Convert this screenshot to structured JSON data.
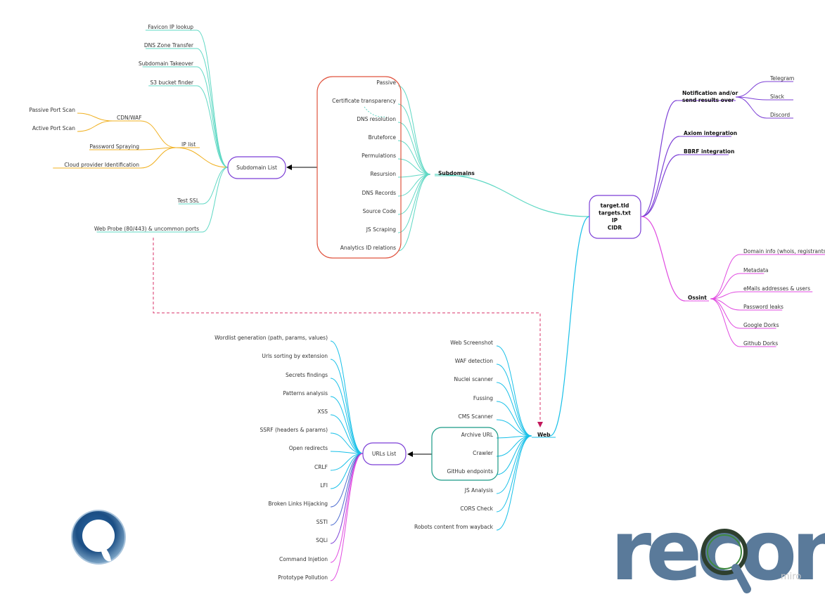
{
  "colors": {
    "teal": "#5fd8c4",
    "orange": "#f0b020",
    "purple": "#7c3fd6",
    "magenta": "#e04ae0",
    "cyan": "#18c0e8",
    "red_box": "#e0533e",
    "green_box": "#1a9a86",
    "dashed": "#d8336a",
    "logo_blue": "#5a7a9a"
  },
  "root": {
    "lines": [
      "target.tld",
      "targets.txt",
      "IP",
      "CIDR"
    ]
  },
  "branch_notify": {
    "label_lines": [
      "Notification and/or",
      "send results over"
    ],
    "items": [
      "Telegram",
      "Slack",
      "Discord"
    ]
  },
  "branch_axiom": {
    "label": "Axiom integration"
  },
  "branch_bbrf": {
    "label": "BBRF integration"
  },
  "branch_osint": {
    "label": "Ossint",
    "items": [
      "Domain info (whois, registrants)",
      "Metadata",
      "eMails addresses & users",
      "Password leaks",
      "Google Dorks",
      "Github Dorks"
    ]
  },
  "branch_subdomains": {
    "label": "Subdomains",
    "items": [
      "Passive",
      "Certificate transparency",
      "DNS resolution",
      "Bruteforce",
      "Permulations",
      "Resursion",
      "DNS Records",
      "Source Code",
      "JS Scraping",
      "Analytics ID relations"
    ]
  },
  "subdomain_list": {
    "label": "Subdomain List",
    "top_items": [
      "Favicon IP lookup",
      "DNS Zone Transfer",
      "Subdomain Takeover",
      "S3 bucket finder"
    ],
    "ip_list": {
      "label": "IP list",
      "cdn_label": "CDN/WAF",
      "cdn_items": [
        "Passive Port Scan",
        "Active Port Scan"
      ],
      "items": [
        "Password Spraying",
        "Cloud provider Identification"
      ]
    },
    "bottom_items": [
      "Test SSL",
      "Web Probe (80/443) & uncommon ports"
    ]
  },
  "branch_web": {
    "label": "Web",
    "items": [
      "Web Screenshot",
      "WAF detection",
      "Nuclei scanner",
      "Fussing",
      "CMS Scanner",
      "Archive URL",
      "Crawler",
      "GitHub endpoints",
      "JS Analysis",
      "CORS Check",
      "Robots content from wayback"
    ]
  },
  "urls_list": {
    "label": "URLs List",
    "items": [
      "Wordlist generation (path, params, values)",
      "Urls sorting by extension",
      "Secrets findings",
      "Patterns analysis",
      "XSS",
      "SSRF (headers & params)",
      "Open redirects",
      "CRLF",
      "LFI",
      "Broken Links Hijacking",
      "SSTI",
      "SQLi",
      "Command Injetion",
      "Prototype Pollution"
    ]
  },
  "logo": {
    "wordmark": "recon",
    "watermark": "miro"
  }
}
